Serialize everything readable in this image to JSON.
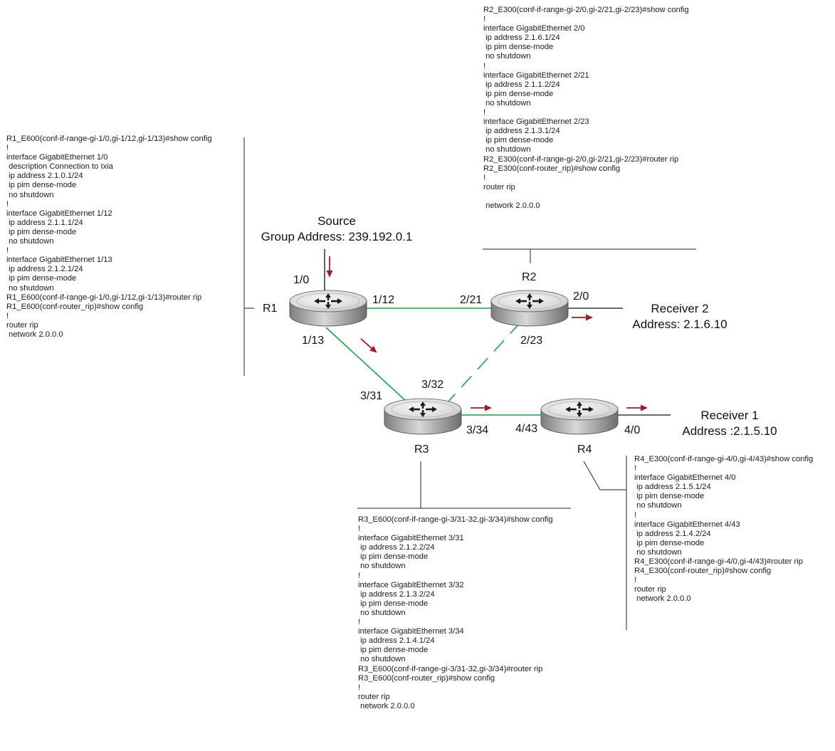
{
  "routers": {
    "r1": {
      "name": "R1",
      "config": [
        "R1_E600(conf-if-range-gi-1/0,gi-1/12,gi-1/13)#show config",
        "!",
        "interface GigabitEthernet 1/0",
        " description Connection to Ixia",
        " ip address 2.1.0.1/24",
        " ip pim dense-mode",
        " no shutdown",
        "!",
        "interface GigabitEthernet 1/12",
        " ip address 2.1.1.1/24",
        " ip pim dense-mode",
        " no shutdown",
        "!",
        "interface GigabitEthernet 1/13",
        " ip address 2.1.2.1/24",
        " ip pim dense-mode",
        " no shutdown",
        "R1_E600(conf-if-range-gi-1/0,gi-1/12,gi-1/13)#router rip",
        "R1_E600(conf-router_rip)#show config",
        "!",
        "router rip",
        " network 2.0.0.0"
      ]
    },
    "r2": {
      "name": "R2",
      "config": [
        "R2_E300(conf-if-range-gi-2/0,gi-2/21,gi-2/23)#show config",
        "!",
        "interface GigabitEthernet 2/0",
        " ip address 2.1.6.1/24",
        " ip pim dense-mode",
        " no shutdown",
        "!",
        "interface GigabitEthernet 2/21",
        " ip address 2.1.1.2/24",
        " ip pim dense-mode",
        " no shutdown",
        "!",
        "interface GigabitEthernet 2/23",
        " ip address 2.1.3.1/24",
        " ip pim dense-mode",
        " no shutdown",
        "R2_E300(conf-if-range-gi-2/0,gi-2/21,gi-2/23)#router rip",
        "R2_E300(conf-router_rip)#show config",
        "!",
        "router rip",
        "",
        " network 2.0.0.0"
      ]
    },
    "r3": {
      "name": "R3",
      "config": [
        "R3_E600(conf-if-range-gi-3/31-32,gi-3/34)#show config",
        "!",
        "interface GigabitEthernet 3/31",
        " ip address 2.1.2.2/24",
        " ip pim dense-mode",
        " no shutdown",
        "!",
        "interface GigabitEthernet 3/32",
        " ip address 2.1.3.2/24",
        " ip pim dense-mode",
        " no shutdown",
        "!",
        "interface GigabitEthernet 3/34",
        " ip address 2.1.4.1/24",
        " ip pim dense-mode",
        " no shutdown",
        "R3_E600(conf-if-range-gi-3/31-32,gi-3/34)#router rip",
        "R3_E600(conf-router_rip)#show config",
        "!",
        "router rip",
        " network 2.0.0.0"
      ]
    },
    "r4": {
      "name": "R4",
      "config": [
        "R4_E300(conf-if-range-gi-4/0,gi-4/43)#show config",
        "!",
        "interface GigabitEthernet 4/0",
        " ip address 2.1.5.1/24",
        " ip pim dense-mode",
        " no shutdown",
        "!",
        "interface GigabitEthernet 4/43",
        " ip address 2.1.4.2/24",
        " ip pim dense-mode",
        " no shutdown",
        "R4_E300(conf-if-range-gi-4/0,gi-4/43)#router rip",
        "R4_E300(conf-router_rip)#show config",
        "!",
        "router rip",
        " network 2.0.0.0"
      ]
    }
  },
  "source": {
    "line1": "Source",
    "line2": "Group Address: 239.192.0.1"
  },
  "receiver2": {
    "line1": "Receiver 2",
    "line2": "Address: 2.1.6.10"
  },
  "receiver1": {
    "line1": "Receiver 1",
    "line2": "Address :2.1.5.10"
  },
  "ports": {
    "p1_0": "1/0",
    "p1_12": "1/12",
    "p1_13": "1/13",
    "p2_21": "2/21",
    "p2_0": "2/0",
    "p2_23": "2/23",
    "p3_32": "3/32",
    "p3_31": "3/31",
    "p3_34": "3/34",
    "p4_43": "4/43",
    "p4_0": "4/0"
  },
  "colors": {
    "link": "#19a34a",
    "flow_arrow": "#a01c24",
    "router_body": "#9c9c9c",
    "router_top": "#e2e2e2"
  },
  "icons": {
    "router": "router-icon",
    "flow": "arrow-right-icon"
  }
}
